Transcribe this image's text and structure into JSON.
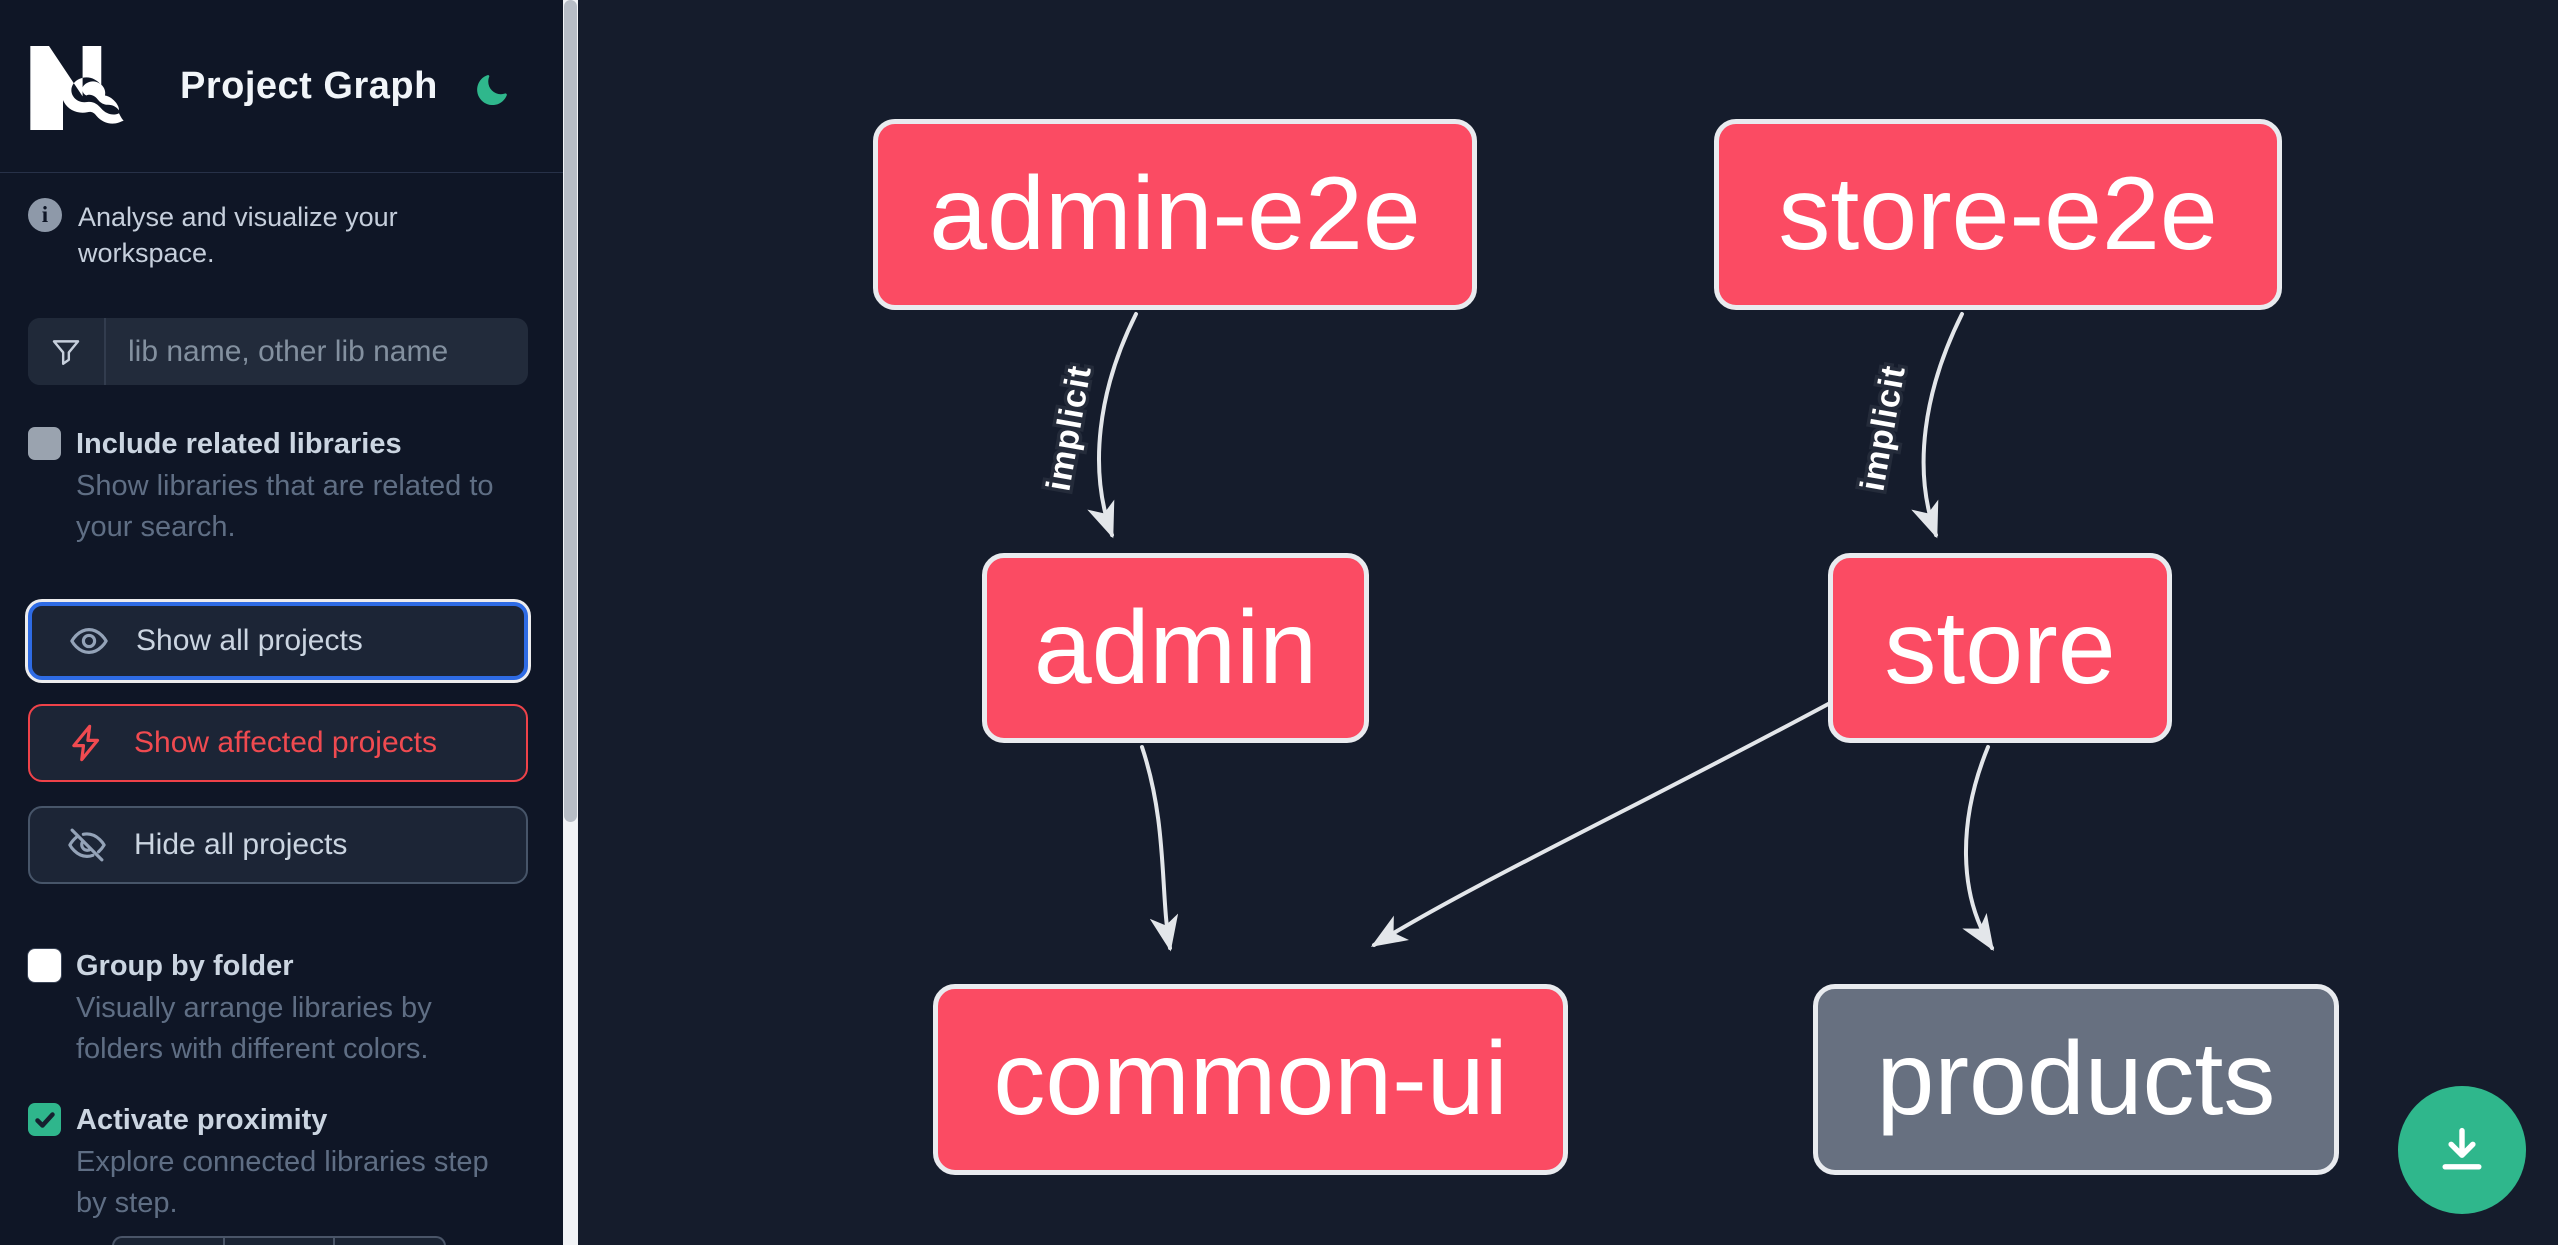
{
  "header": {
    "title": "Project Graph",
    "logo_name": "nx-logo",
    "theme_toggle_icon": "moon"
  },
  "sidebar": {
    "info_text": "Analyse and visualize your workspace.",
    "search": {
      "placeholder": "lib name, other lib name"
    },
    "toggles": [
      {
        "label": "Include related libraries",
        "description": "Show libraries that are related to\nyour search.",
        "checked": false,
        "state": "disabled"
      },
      {
        "label": "Group by folder",
        "description": "Visually arrange libraries by\nfolders with different colors.",
        "checked": false,
        "state": "enabled"
      },
      {
        "label": "Activate proximity",
        "description": "Explore connected libraries step\nby step.",
        "checked": true,
        "state": "enabled"
      }
    ],
    "buttons": [
      {
        "label": "Show all projects",
        "icon": "eye",
        "state": "focused"
      },
      {
        "label": "Show affected projects",
        "icon": "bolt",
        "state": "affected"
      },
      {
        "label": "Hide all projects",
        "icon": "eye-slash",
        "state": "default"
      }
    ]
  },
  "graph": {
    "edge_label": "implicit",
    "nodes": [
      {
        "id": "admin-e2e",
        "label": "admin-e2e",
        "status": "affected"
      },
      {
        "id": "store-e2e",
        "label": "store-e2e",
        "status": "affected"
      },
      {
        "id": "admin",
        "label": "admin",
        "status": "affected"
      },
      {
        "id": "store",
        "label": "store",
        "status": "affected"
      },
      {
        "id": "common-ui",
        "label": "common-ui",
        "status": "affected"
      },
      {
        "id": "products",
        "label": "products",
        "status": "unaffected"
      }
    ],
    "edges": [
      {
        "from": "admin-e2e",
        "to": "admin",
        "label": "implicit"
      },
      {
        "from": "store-e2e",
        "to": "store",
        "label": "implicit"
      },
      {
        "from": "admin",
        "to": "common-ui",
        "label": ""
      },
      {
        "from": "store",
        "to": "common-ui",
        "label": ""
      },
      {
        "from": "store",
        "to": "products",
        "label": ""
      }
    ]
  },
  "colors": {
    "background": "#151c2c",
    "sidebar_background": "#0f1626",
    "accent_green": "#2fb78c",
    "affected_node": "#fb4b63",
    "unaffected_node": "#677080",
    "affected_red": "#ef4249",
    "focus_blue": "#2e6be4",
    "edge": "#e3e6ea"
  }
}
